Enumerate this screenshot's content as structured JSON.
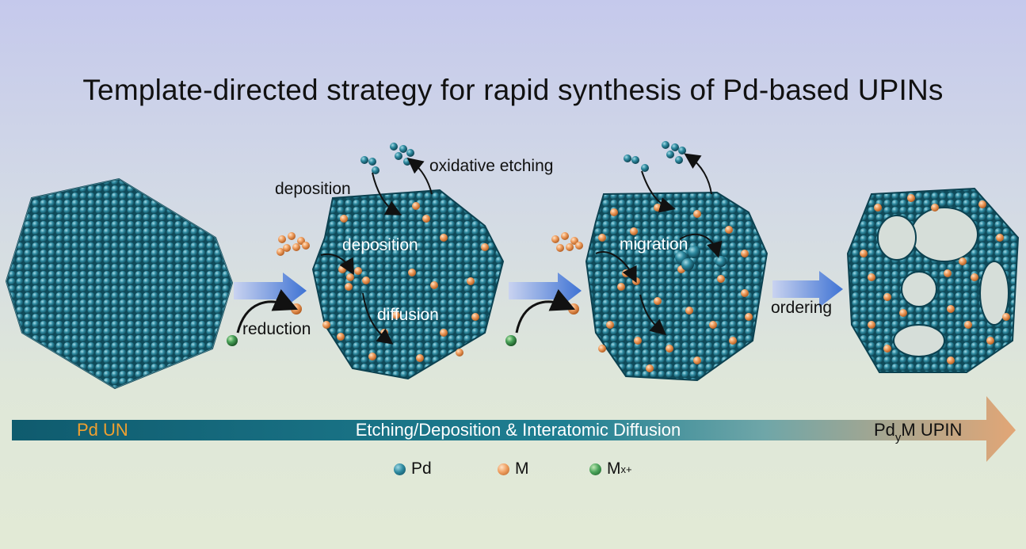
{
  "title": "Template-directed strategy for rapid synthesis of Pd-based UPINs",
  "labels": {
    "deposition_top": "deposition",
    "oxidative_etching": "oxidative etching",
    "deposition_inner": "deposition",
    "diffusion": "diffusion",
    "reduction": "reduction",
    "migration": "migration",
    "ordering": "ordering"
  },
  "timeline": {
    "start": "Pd UN",
    "middle": "Etching/Deposition & Interatomic Diffusion",
    "end_prefix": "Pd",
    "end_sub": "y",
    "end_suffix": "M UPIN"
  },
  "legend": {
    "pd": "Pd",
    "m": "M",
    "mx": "M",
    "mx_sup": "x+"
  },
  "colors": {
    "pd": "#2e8aa0",
    "m": "#f0a062",
    "mx": "#4aa35a",
    "flow_arrow": "#4d7fd6",
    "timeline_start": "#0f5b6e",
    "timeline_end": "#e2a676",
    "start_label": "#f0a030"
  }
}
